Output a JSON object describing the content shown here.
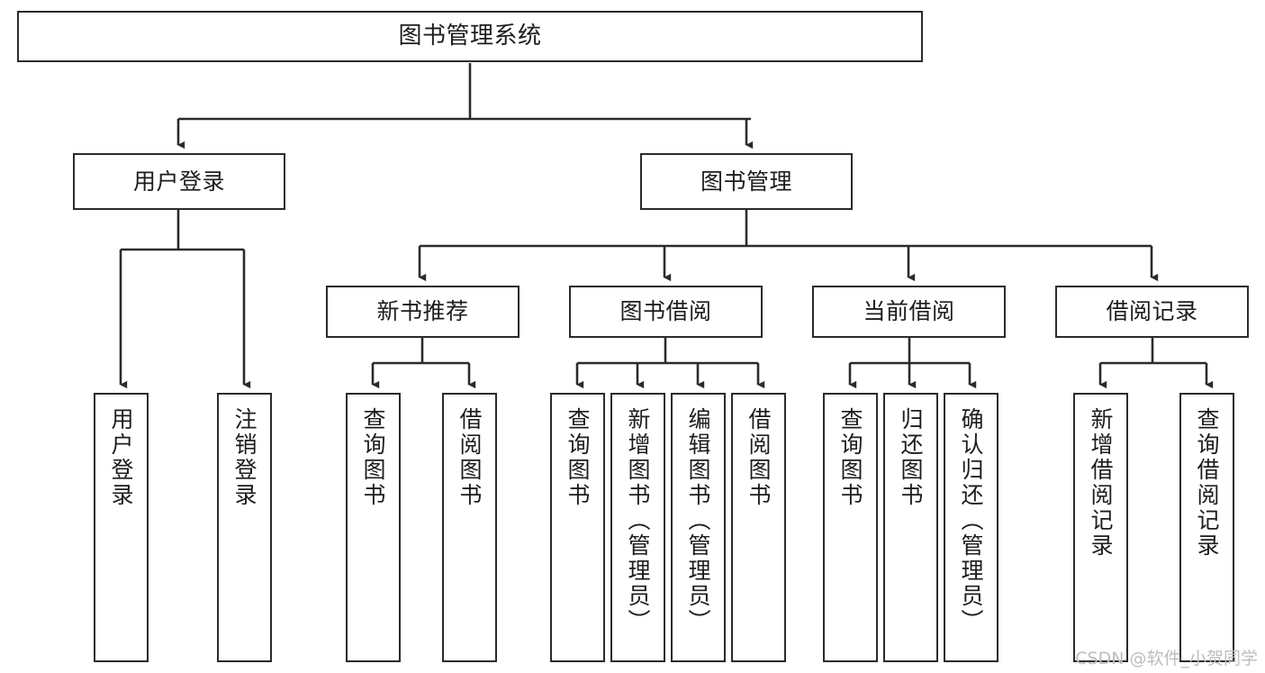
{
  "diagram": {
    "type": "tree-hierarchy-chart",
    "title": "图书管理系统",
    "orientation": "top-down",
    "line_color": "#2b2b2b",
    "box_fill": "#ffffff",
    "text_color": "#1d1d1d"
  },
  "watermark": {
    "text": "CSDN @软件_小贺同学",
    "color": "#bdbdbd"
  },
  "nodes": {
    "root": {
      "label": "图书管理系统"
    },
    "level1": [
      {
        "id": "user-login",
        "label": "用户登录"
      },
      {
        "id": "book-management",
        "label": "图书管理"
      }
    ],
    "level2": [
      {
        "id": "new-book-recommend",
        "label": "新书推荐"
      },
      {
        "id": "book-borrow",
        "label": "图书借阅"
      },
      {
        "id": "current-borrow",
        "label": "当前借阅"
      },
      {
        "id": "borrow-record",
        "label": "借阅记录"
      }
    ],
    "leaves": {
      "user_login": [
        {
          "id": "leaf-user-login",
          "label": "用户登录"
        },
        {
          "id": "leaf-user-logout",
          "label": "注销登录"
        }
      ],
      "new_book_recommend": [
        {
          "id": "leaf-query-book-1",
          "label": "查询图书"
        },
        {
          "id": "leaf-borrow-book-1",
          "label": "借阅图书"
        }
      ],
      "book_borrow": [
        {
          "id": "leaf-query-book-2",
          "label": "查询图书"
        },
        {
          "id": "leaf-add-book",
          "label": "新增图书（管理员）"
        },
        {
          "id": "leaf-edit-book",
          "label": "编辑图书（管理员）"
        },
        {
          "id": "leaf-borrow-book-2",
          "label": "借阅图书"
        }
      ],
      "current_borrow": [
        {
          "id": "leaf-query-book-3",
          "label": "查询图书"
        },
        {
          "id": "leaf-return-book",
          "label": "归还图书"
        },
        {
          "id": "leaf-confirm-return",
          "label": "确认归还（管理员）"
        }
      ],
      "borrow_record": [
        {
          "id": "leaf-add-record",
          "label": "新增借阅记录"
        },
        {
          "id": "leaf-query-record",
          "label": "查询借阅记录"
        }
      ]
    }
  }
}
